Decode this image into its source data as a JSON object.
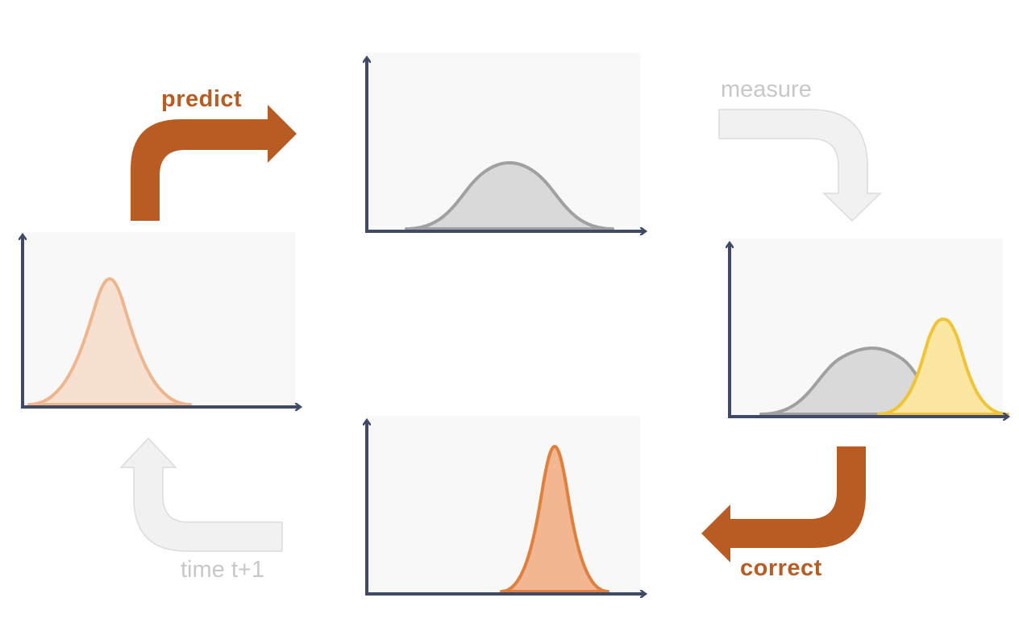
{
  "colors": {
    "active_arrow": "#b85c24",
    "inactive_arrow": "#f1f1f1",
    "inactive_arrow_edge": "#dcdcdc",
    "inactive_text": "#c8c8c8",
    "axis": "#3f4a66",
    "panel_bg": "#f8f8f8",
    "prior": "#eeb68f",
    "prior_fill": "#f8e0d0",
    "prediction": "#a0a0a0",
    "prediction_fill": "#d9d9d9",
    "measurement": "#f0c437",
    "measurement_fill": "#fbe7a2",
    "posterior": "#e0803e",
    "posterior_fill": "#f2b690"
  },
  "steps": {
    "predict": {
      "label": "predict",
      "active": true
    },
    "measure": {
      "label": "measure",
      "active": false
    },
    "correct": {
      "label": "correct",
      "active": true
    },
    "time": {
      "label": "time t+1",
      "active": false
    }
  }
}
